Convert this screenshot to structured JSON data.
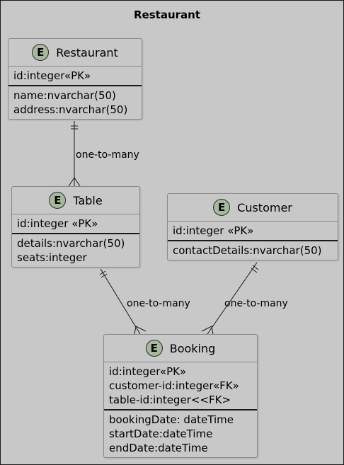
{
  "diagram": {
    "title": "Restaurant",
    "entities": {
      "restaurant": {
        "badge": "E",
        "name": "Restaurant",
        "keys": [
          "id:integer«PK»"
        ],
        "attributes": [
          "name:nvarchar(50)",
          "address:nvarchar(50)"
        ]
      },
      "table": {
        "badge": "E",
        "name": "Table",
        "keys": [
          "id:integer «PK»"
        ],
        "attributes": [
          "details:nvarchar(50)",
          "seats:integer"
        ]
      },
      "customer": {
        "badge": "E",
        "name": "Customer",
        "keys": [
          "id:integer «PK»"
        ],
        "attributes": [
          "contactDetails:nvarchar(50)"
        ]
      },
      "booking": {
        "badge": "E",
        "name": "Booking",
        "keys": [
          "id:integer«PK»",
          "customer-id:integer«FK»",
          "table-id:integer<<FK>"
        ],
        "attributes": [
          "bookingDate: dateTime",
          "startDate:dateTime",
          "endDate:dateTime"
        ]
      }
    },
    "relationships": [
      {
        "from": "Restaurant",
        "to": "Table",
        "label": "one-to-many"
      },
      {
        "from": "Table",
        "to": "Booking",
        "label": "one-to-many"
      },
      {
        "from": "Customer",
        "to": "Booking",
        "label": "one-to-many"
      }
    ]
  }
}
